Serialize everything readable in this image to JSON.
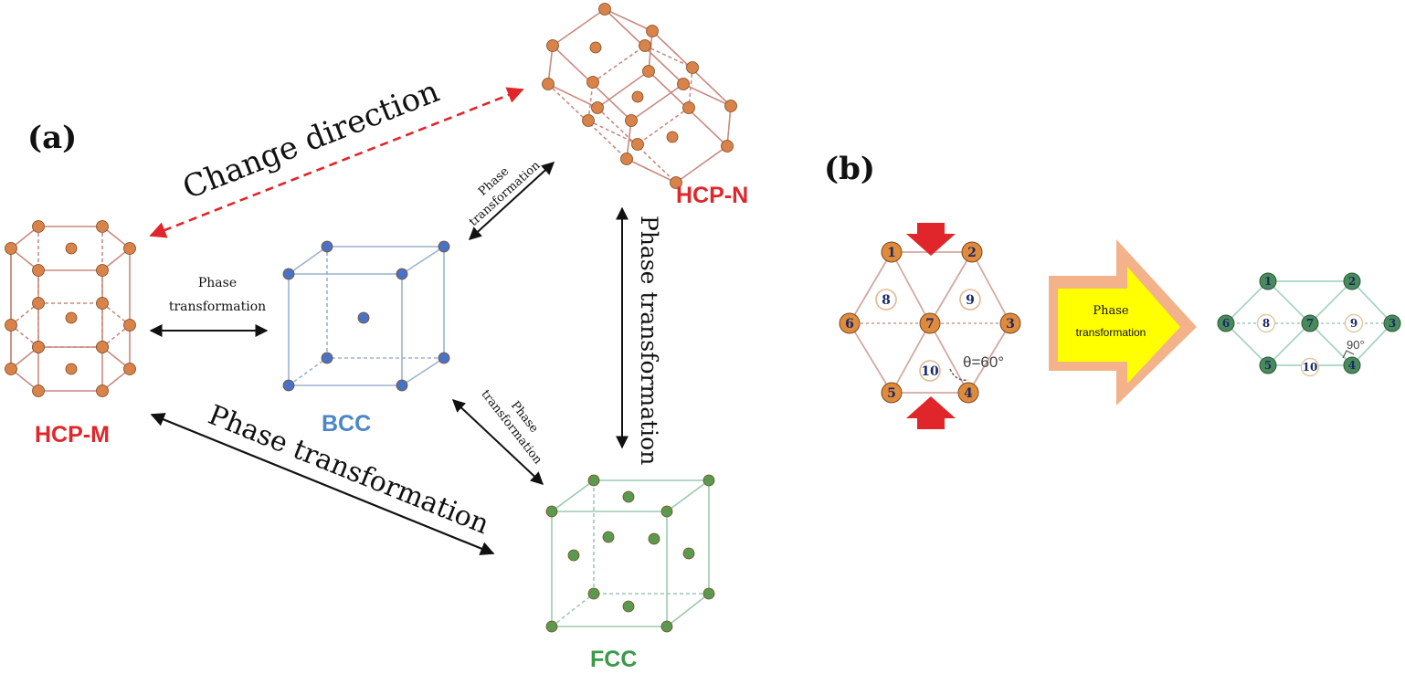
{
  "panel_a": {
    "label": "(a)",
    "hcp_m_label": "HCP-M",
    "hcp_n_label": "HCP-N",
    "bcc_label": "BCC",
    "fcc_label": "FCC",
    "change_direction": "Change direction",
    "phase_transformation": "Phase transformation",
    "small_phase": "Phase",
    "small_transformation": "transformation"
  },
  "panel_b": {
    "label": "(b)",
    "arrow_line1": "Phase",
    "arrow_line2": "transformation",
    "angle_before": "θ=60°",
    "angle_after": "90°",
    "atom_1": "1",
    "atom_2": "2",
    "atom_3": "3",
    "atom_4": "4",
    "atom_5": "5",
    "atom_6": "6",
    "atom_7": "7",
    "atom_8": "8",
    "atom_9": "9",
    "atom_10": "10"
  },
  "colors": {
    "hcp": "#d9824a",
    "hcp_line": "#c98a80",
    "bcc": "#4a72c4",
    "bcc_line": "#9bb2cf",
    "fcc": "#5a9a50",
    "fcc_line": "#9cc9b0",
    "label_red": "#e0262a",
    "label_blue": "#4a86c8",
    "label_green": "#3a9a48",
    "arrow_red": "#e0262a",
    "arrow_yellow": "#ffff00",
    "arrow_border": "#f3b28a"
  }
}
